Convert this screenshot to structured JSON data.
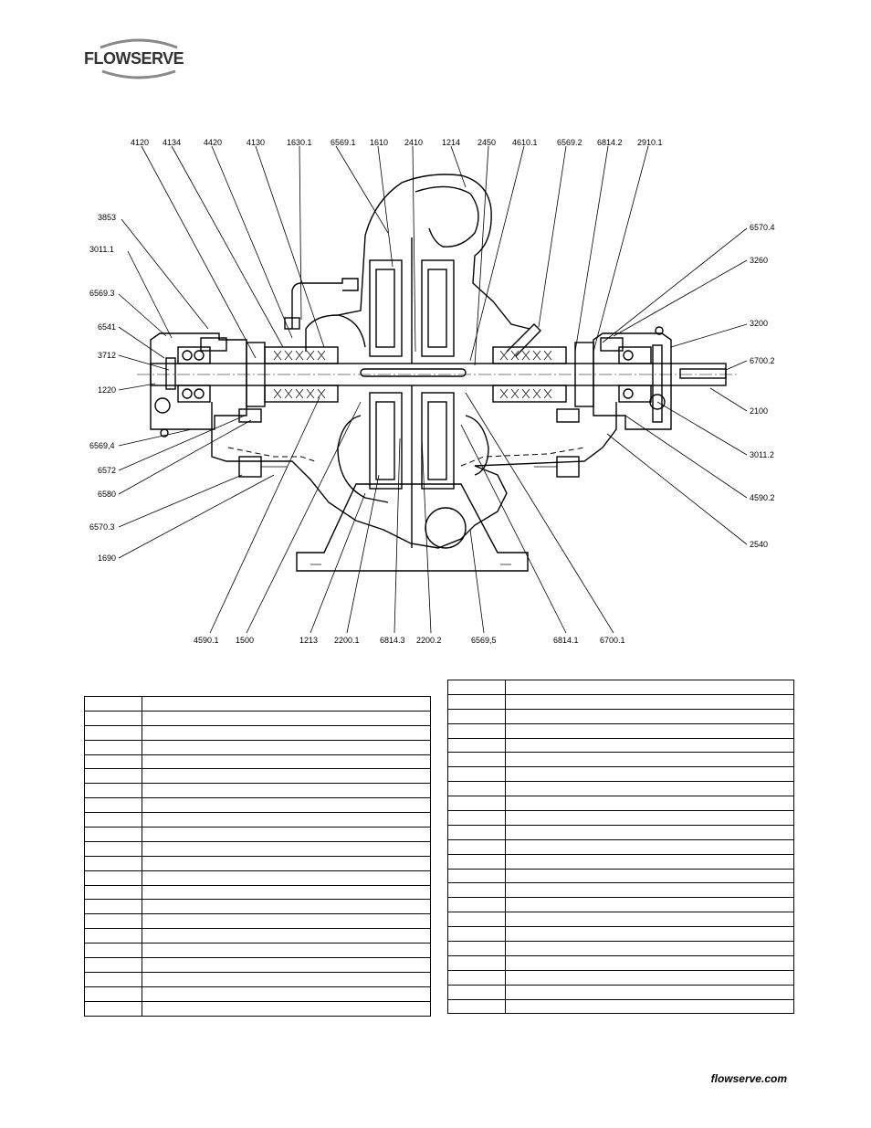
{
  "brand": {
    "name": "FLOWSERVE"
  },
  "drawing": {
    "labels": {
      "l4120": "4120",
      "l4134": "4134",
      "l4420": "4420",
      "l4130": "4130",
      "l1630_1": "1630.1",
      "l6569_1": "6569.1",
      "l1610": "1610",
      "l2410": "2410",
      "l1214": "1214",
      "l2450": "2450",
      "l4610_1": "4610.1",
      "l6569_2": "6569.2",
      "l6814_2": "6814.2",
      "l2910_1": "2910.1",
      "l3853": "3853",
      "l3011_1": "3011.1",
      "l6569_3": "6569.3",
      "l6541": "6541",
      "l3712": "3712",
      "l1220": "1220",
      "l6569_4": "6569,4",
      "l6572": "6572",
      "l6580": "6580",
      "l6570_3": "6570.3",
      "l1690": "1690",
      "l6570_4": "6570.4",
      "l3260": "3260",
      "l3200": "3200",
      "l6700_2": "6700.2",
      "l2100": "2100",
      "l3011_2": "3011.2",
      "l4590_2": "4590.2",
      "l2540": "2540",
      "l4590_1": "4590.1",
      "l1500": "1500",
      "l1213": "1213",
      "l2200_1": "2200.1",
      "l6814_3": "6814.3",
      "l2200_2": "2200.2",
      "l6569_5": "6569,5",
      "l6814_1": "6814.1",
      "l6700_1": "6700.1"
    }
  },
  "tables": {
    "left_rows": 22,
    "right_rows": 23
  },
  "footer": {
    "url": "flowserve.com"
  }
}
